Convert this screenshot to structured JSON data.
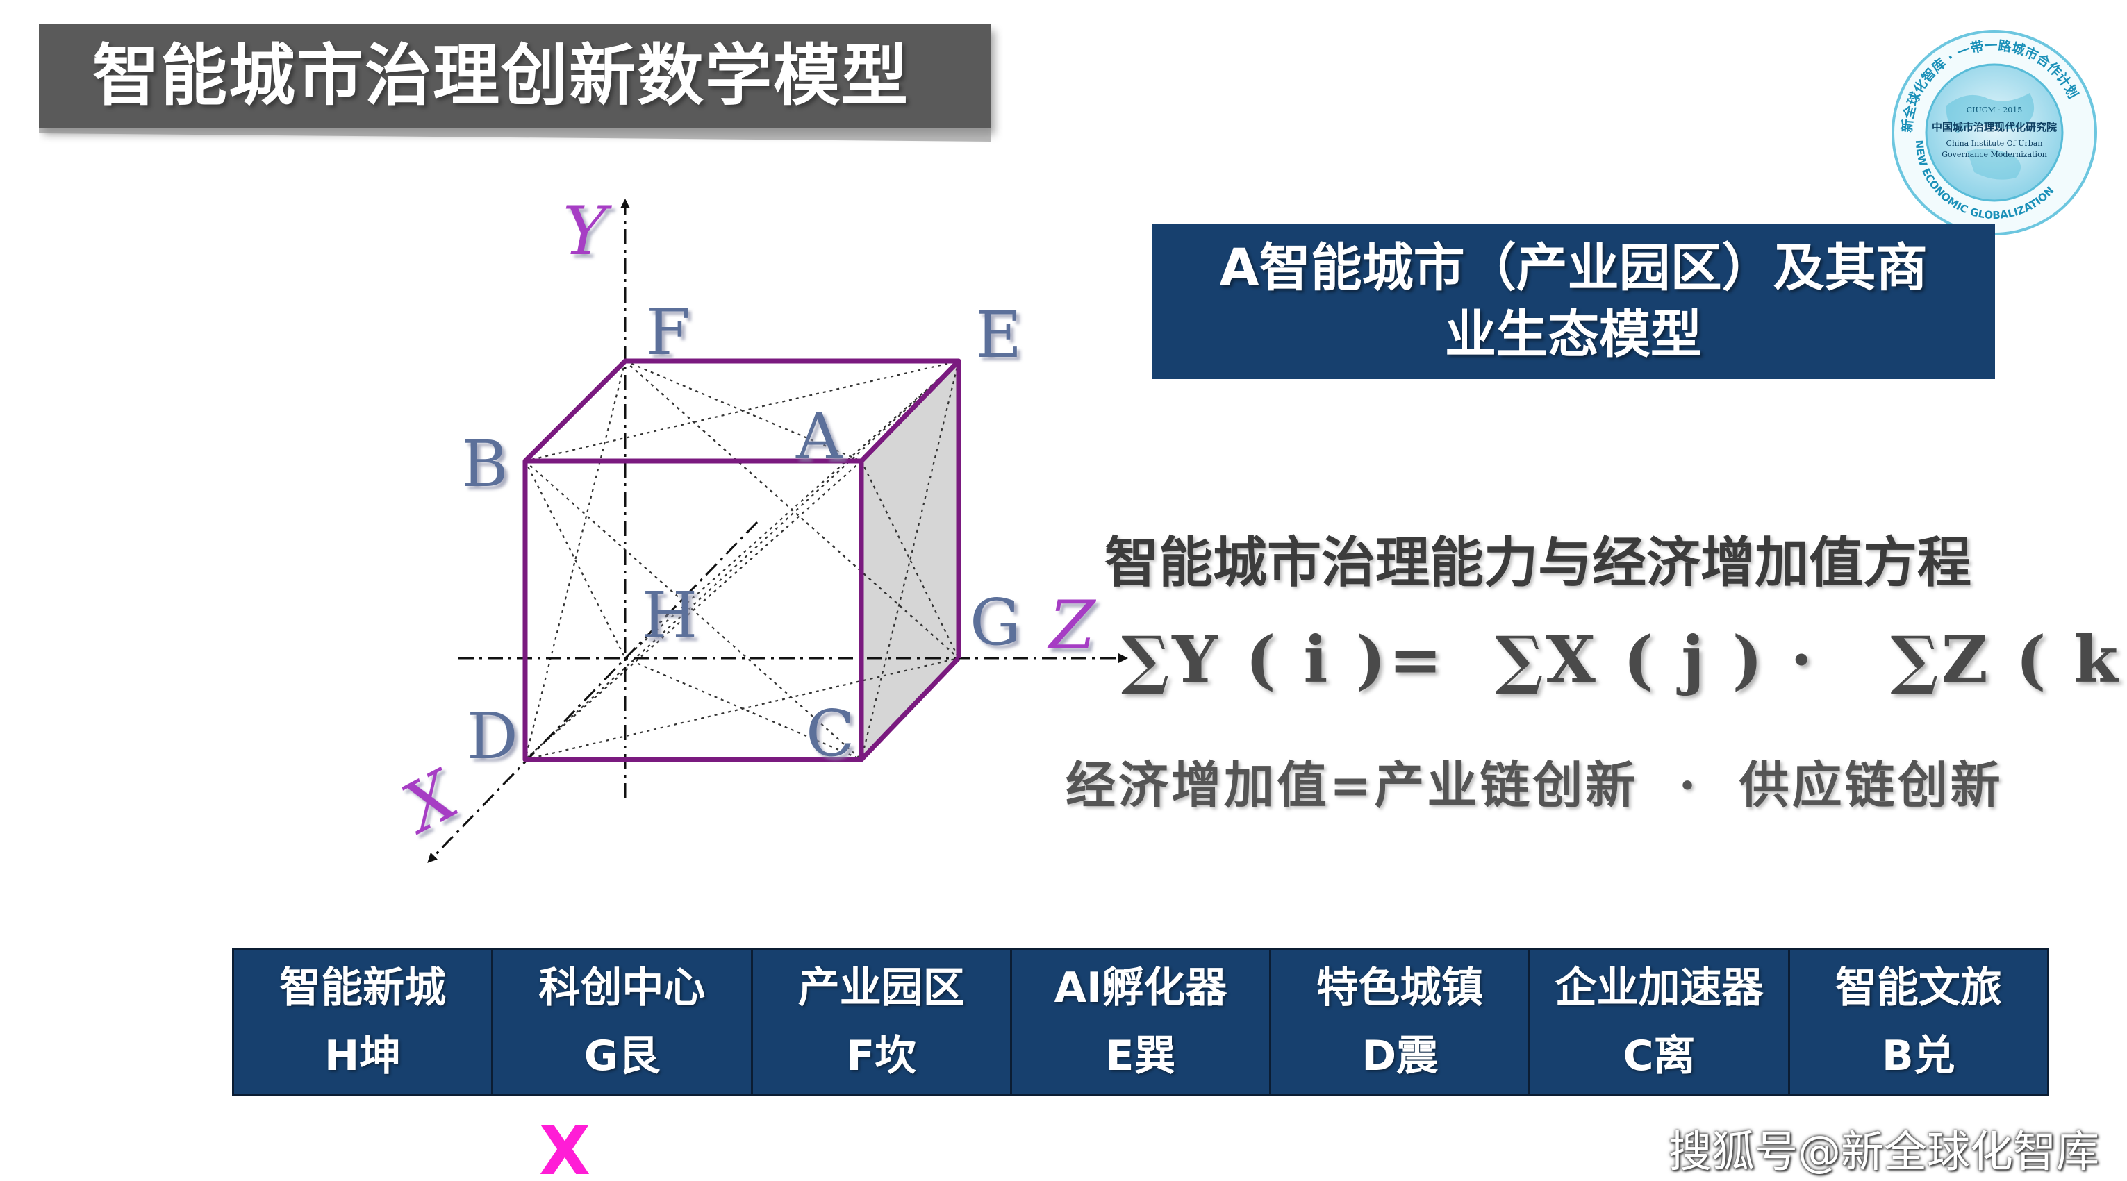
{
  "title": "智能城市治理创新数学模型",
  "logo": {
    "ring_text_top": "新全球化智库 · 一带一路城市合作计划",
    "ring_text_bottom": "NEW ECONOMIC GLOBALIZATION",
    "badge": "CIUGM · 2015",
    "name_cn": "中国城市治理现代化研究院",
    "name_en_1": "China Institute Of Urban",
    "name_en_2": "Governance Modernization"
  },
  "model_box": {
    "line1": "A智能城市（产业园区）及其商",
    "line2": "业生态模型"
  },
  "equation_heading": "智能城市治理能力与经济增加值方程",
  "equation": "∑Y ( i )=  ∑X ( j ) ·   ∑Z ( k )",
  "economic_line": "经济增加值=产业链创新  ·  供应链创新",
  "cube": {
    "axis_labels": {
      "y": "Y",
      "z": "Z",
      "x": "X"
    },
    "vertex_labels": {
      "A": "A",
      "B": "B",
      "C": "C",
      "D": "D",
      "E": "E",
      "F": "F",
      "G": "G",
      "H": "H"
    },
    "colors": {
      "cube_edge": "#7a1a7f",
      "axis_label": "#a63cc4",
      "vertex_label": "#5b6f9a",
      "shade": "#c8c8c8"
    }
  },
  "trigrams": [
    {
      "name": "智能新城",
      "code": "H坤"
    },
    {
      "name": "科创中心",
      "code": "G艮"
    },
    {
      "name": "产业园区",
      "code": "F坎"
    },
    {
      "name": "AI孵化器",
      "code": "E巽"
    },
    {
      "name": "特色城镇",
      "code": "D震"
    },
    {
      "name": "企业加速器",
      "code": "C离"
    },
    {
      "name": "智能文旅",
      "code": "B兑"
    }
  ],
  "marker": "X",
  "watermark": "搜狐号@新全球化智库",
  "colors": {
    "banner": "#5a5a5a",
    "navy": "#17406e",
    "marker": "#ff1dd6"
  }
}
